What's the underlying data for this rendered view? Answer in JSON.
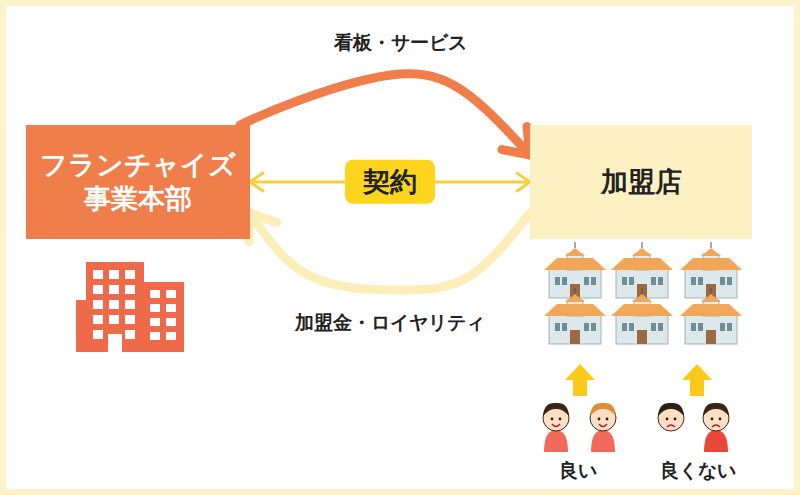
{
  "diagram": {
    "nodes": [
      {
        "text": [
          "フランチャイズ 事業本部"
        ]
      },
      {
        "text": [
          "加盟店"
        ]
      }
    ],
    "edges": [
      {
        "from": 0,
        "to": 1,
        "arrow": "to",
        "label": "看板・サービス"
      },
      {
        "from": 1,
        "to": 0,
        "arrow": "to",
        "label": "加盟金・ロイヤリティ"
      },
      {
        "from": 0,
        "to": 1,
        "arrow": "both",
        "label": "契約"
      }
    ],
    "labels": [
      "良い",
      "良くない"
    ]
  }
}
